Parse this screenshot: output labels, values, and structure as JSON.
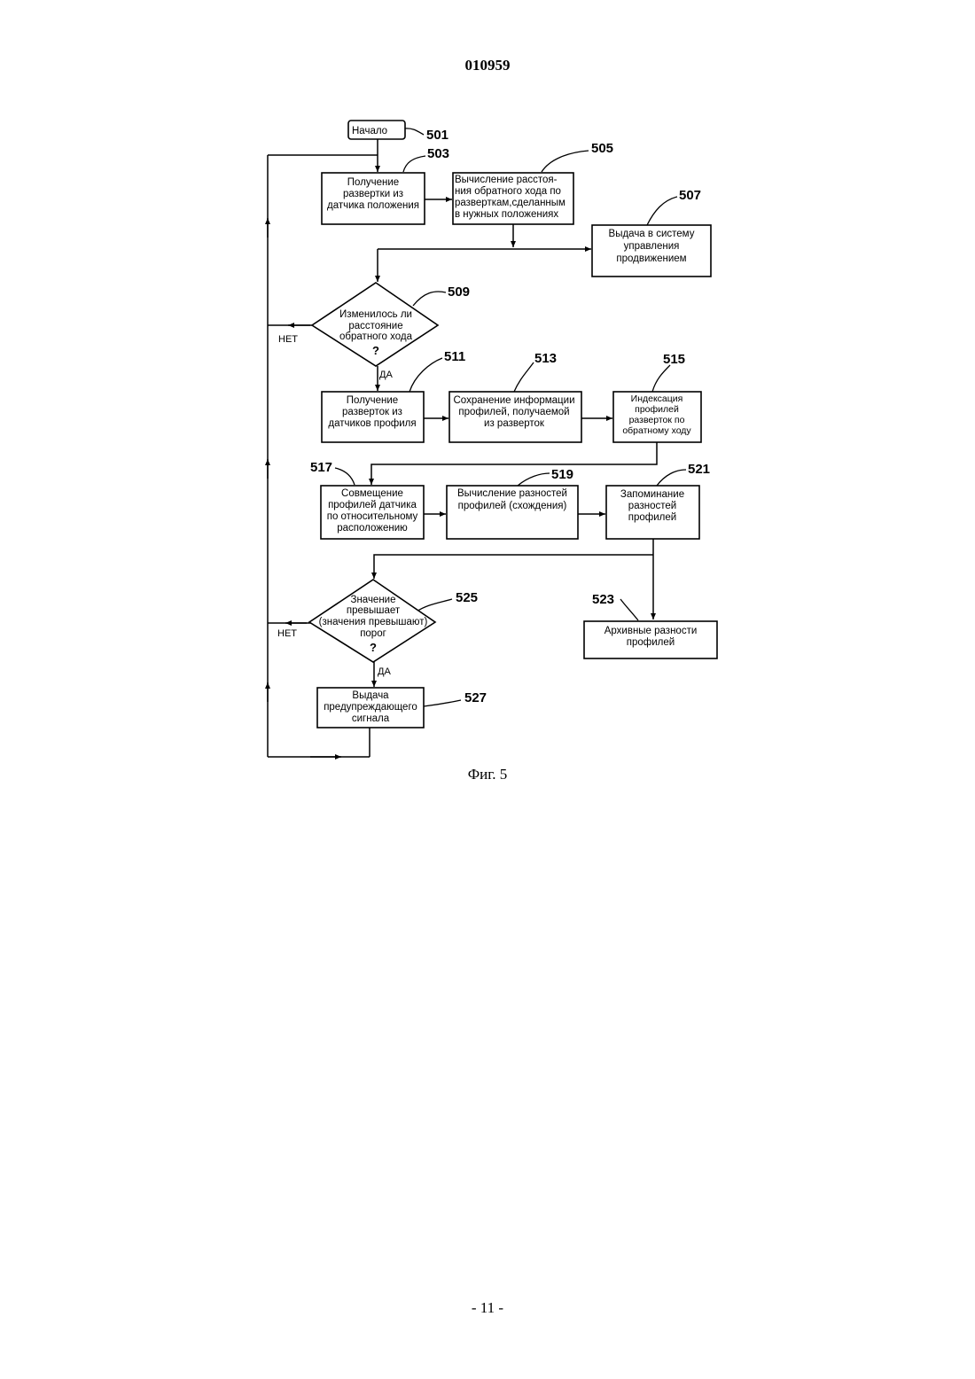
{
  "header": {
    "doc_number": "010959"
  },
  "figure": {
    "caption": "Фиг. 5"
  },
  "footer": {
    "page_number": "- 11 -"
  },
  "nodes": {
    "n501": {
      "ref": "501",
      "lines": [
        "Начало"
      ]
    },
    "n503": {
      "ref": "503",
      "lines": [
        "Получение",
        "развертки из",
        "датчика положения"
      ]
    },
    "n505": {
      "ref": "505",
      "lines": [
        "Вычисление расстоя-",
        "ния обратного хода по",
        "разверткам,сделанным",
        "в нужных положениях"
      ]
    },
    "n507": {
      "ref": "507",
      "lines": [
        "Выдача в систему",
        "управления",
        "продвижением"
      ]
    },
    "n509": {
      "ref": "509",
      "lines": [
        "Изменилось ли",
        "расстояние",
        "обратного хода"
      ],
      "question": "?"
    },
    "n511": {
      "ref": "511",
      "lines": [
        "Получение",
        "разверток из",
        "датчиков профиля"
      ]
    },
    "n513": {
      "ref": "513",
      "lines": [
        "Сохранение информации",
        "профилей, получаемой",
        "из разверток"
      ]
    },
    "n515": {
      "ref": "515",
      "lines": [
        "Индексация",
        "профилей",
        "разверток по",
        "обратному ходу"
      ]
    },
    "n517": {
      "ref": "517",
      "lines": [
        "Совмещение",
        "профилей датчика",
        "по относительному",
        "расположению"
      ]
    },
    "n519": {
      "ref": "519",
      "lines": [
        "Вычисление разностей",
        "профилей (схождения)"
      ]
    },
    "n521": {
      "ref": "521",
      "lines": [
        "Запоминание",
        "разностей",
        "профилей"
      ]
    },
    "n523": {
      "ref": "523",
      "lines": [
        "Архивные разности",
        "профилей"
      ]
    },
    "n525": {
      "ref": "525",
      "lines": [
        "Значение",
        "превышает",
        "(значения превышают)",
        "порог"
      ],
      "question": "?"
    },
    "n527": {
      "ref": "527",
      "lines": [
        "Выдача",
        "предупреждающего",
        "сигнала"
      ]
    }
  },
  "branches": {
    "b509_no": "НЕТ",
    "b509_yes": "ДА",
    "b525_no": "НЕТ",
    "b525_yes": "ДА"
  }
}
